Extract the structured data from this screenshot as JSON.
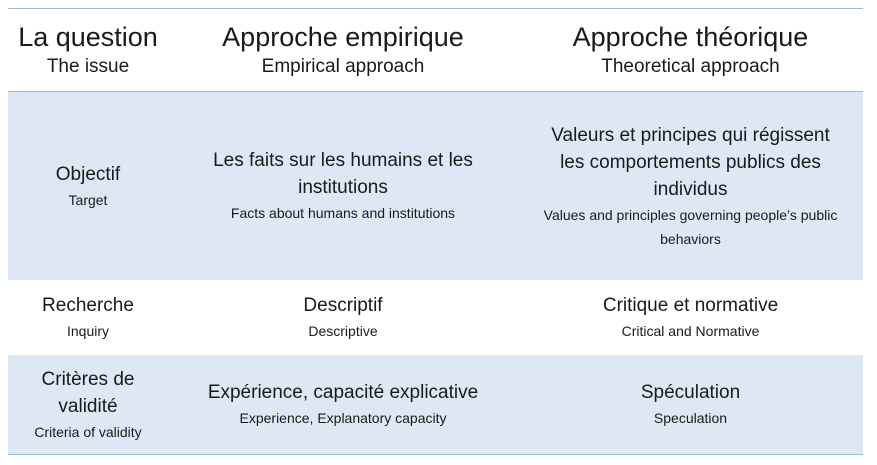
{
  "header": {
    "col1": {
      "fr": "La question",
      "en": "The issue"
    },
    "col2": {
      "fr": "Approche empirique",
      "en": "Empirical approach"
    },
    "col3": {
      "fr": "Approche théorique",
      "en": "Theoretical approach"
    }
  },
  "rows": [
    {
      "label": {
        "fr": "Objectif",
        "en": "Target"
      },
      "empirical": {
        "fr": "Les faits sur les humains et les institutions",
        "en": "Facts about humans and institutions"
      },
      "theoretical": {
        "fr": "Valeurs et principes qui régissent les comportements publics des individus",
        "en": "Values and principles governing people’s public behaviors"
      }
    },
    {
      "label": {
        "fr": "Recherche",
        "en": "Inquiry"
      },
      "empirical": {
        "fr": "Descriptif",
        "en": "Descriptive"
      },
      "theoretical": {
        "fr": "Critique et normative",
        "en": "Critical and Normative"
      }
    },
    {
      "label": {
        "fr": "Critères de validité",
        "en": "Criteria of validity"
      },
      "empirical": {
        "fr": "Expérience, capacité explicative",
        "en": "Experience, Explanatory capacity"
      },
      "theoretical": {
        "fr": "Spéculation",
        "en": "Speculation"
      }
    }
  ],
  "colors": {
    "band": "#dde8f4",
    "rule": "#9bbad6"
  }
}
